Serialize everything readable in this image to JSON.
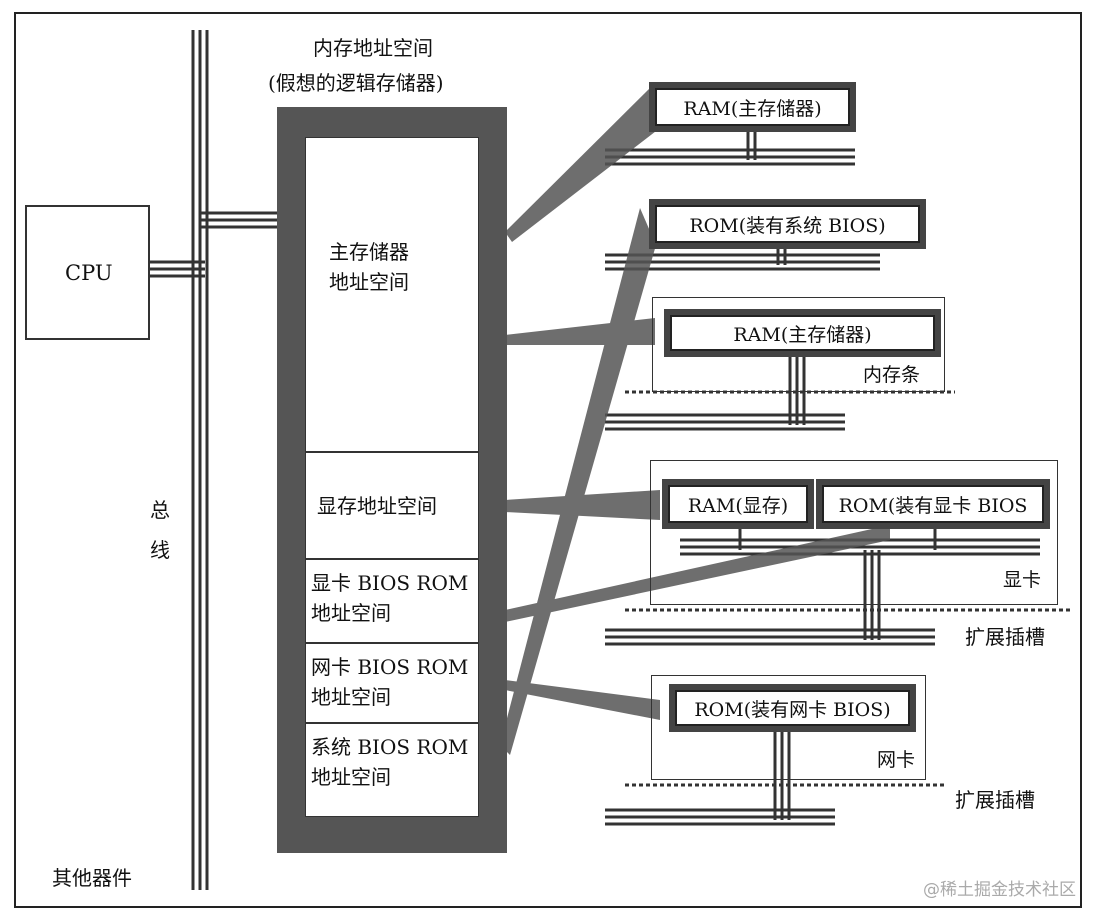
{
  "mem_space": {
    "title_line1": "内存地址空间",
    "title_line2": "(假想的逻辑存储器)"
  },
  "cpu_label": "CPU",
  "bus_label_1": "总",
  "bus_label_2": "线",
  "other_devices": "其他器件",
  "segments": {
    "main": [
      "主存储器",
      "地址空间"
    ],
    "vram": [
      "显存地址空间"
    ],
    "gpu_bios": [
      "显卡 BIOS ROM",
      "地址空间"
    ],
    "nic_bios": [
      "网卡 BIOS ROM",
      "地址空间"
    ],
    "sys_bios": [
      "系统 BIOS ROM",
      "地址空间"
    ]
  },
  "chips": {
    "ram_main_1": "RAM(主存储器)",
    "rom_sys_bios": "ROM(装有系统 BIOS)",
    "ram_main_2": "RAM(主存储器)",
    "ram_vram": "RAM(显存)",
    "rom_gpu_bios": "ROM(装有显卡 BIOS",
    "rom_nic_bios": "ROM(装有网卡 BIOS)"
  },
  "boards": {
    "memory_stick": "内存条",
    "graphics_card": "显卡",
    "nic": "网卡"
  },
  "slots": {
    "slot_1": "扩展插槽",
    "slot_2": "扩展插槽"
  },
  "watermark": "@稀土掘金技术社区",
  "colors": {
    "line": "#333333",
    "band": "#555555"
  }
}
